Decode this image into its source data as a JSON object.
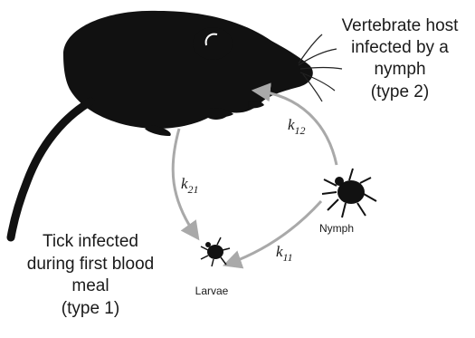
{
  "host_label": [
    "Vertebrate host",
    "infected by a",
    "nymph",
    "(type 2)"
  ],
  "tick_label": [
    "Tick infected",
    "during first blood",
    "meal",
    "(type 1)"
  ],
  "nymph_label": "Nymph",
  "larvae_label": "Larvae",
  "rates": {
    "k12": {
      "base": "k",
      "sub": "12"
    },
    "k21": {
      "base": "k",
      "sub": "21"
    },
    "k11": {
      "base": "k",
      "sub": "11"
    }
  },
  "colors": {
    "silhouette": "#111111",
    "arrow": "#a9a9a9",
    "text": "#1a1a1a"
  },
  "icons": [
    "mouse-silhouette",
    "nymph-tick",
    "larva-tick"
  ]
}
